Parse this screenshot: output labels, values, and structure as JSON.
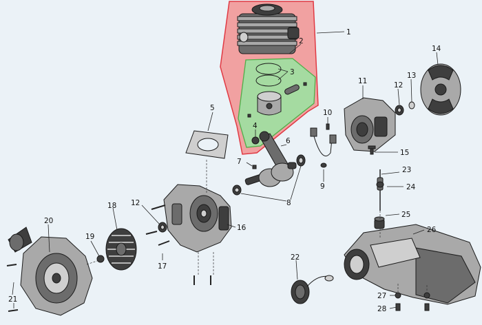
{
  "diagram": {
    "colors": {
      "background": "#ebf2f7",
      "cylinder_group_fill": "#f29d9d",
      "cylinder_group_stroke": "#e0303a",
      "piston_group_fill": "#a5dba1",
      "piston_group_stroke": "#4fae49"
    },
    "callouts": [
      {
        "id": "c1",
        "text": "1"
      },
      {
        "id": "c2",
        "text": "2"
      },
      {
        "id": "c3",
        "text": "3"
      },
      {
        "id": "c4",
        "text": "4"
      },
      {
        "id": "c5",
        "text": "5"
      },
      {
        "id": "c6",
        "text": "6"
      },
      {
        "id": "c7",
        "text": "7"
      },
      {
        "id": "c8",
        "text": "8"
      },
      {
        "id": "c9",
        "text": "9"
      },
      {
        "id": "c10",
        "text": "10"
      },
      {
        "id": "c11",
        "text": "11"
      },
      {
        "id": "c12a",
        "text": "12"
      },
      {
        "id": "c12b",
        "text": "12"
      },
      {
        "id": "c13",
        "text": "13"
      },
      {
        "id": "c14",
        "text": "14"
      },
      {
        "id": "c15",
        "text": "15"
      },
      {
        "id": "c16",
        "text": "16"
      },
      {
        "id": "c17",
        "text": "17"
      },
      {
        "id": "c18",
        "text": "18"
      },
      {
        "id": "c19",
        "text": "19"
      },
      {
        "id": "c20",
        "text": "20"
      },
      {
        "id": "c21",
        "text": "21"
      },
      {
        "id": "c22",
        "text": "22"
      },
      {
        "id": "c23",
        "text": "23"
      },
      {
        "id": "c24",
        "text": "24"
      },
      {
        "id": "c25",
        "text": "25"
      },
      {
        "id": "c26",
        "text": "26"
      },
      {
        "id": "c27",
        "text": "27"
      },
      {
        "id": "c28",
        "text": "28"
      }
    ]
  }
}
